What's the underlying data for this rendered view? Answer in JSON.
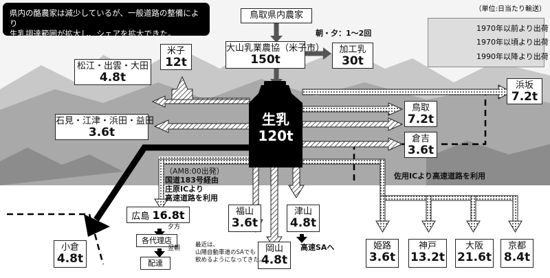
{
  "headline": {
    "line1": "県内の酪農家は減少しているが、一般道路の整備により",
    "line2": "生乳調達範囲が拡大し、シェアを拡大できた。"
  },
  "unit_note": "（単位:日当たり輸送）",
  "legend": {
    "items": [
      "1970年以前より出荷",
      "1970年以頃より出荷",
      "1990年以降より出荷"
    ]
  },
  "source": "鳥取県内農家",
  "frequency": "朝・夕：1～2回",
  "cooperative": {
    "name": "大山乳業農協（米子市）",
    "value": "150t"
  },
  "processed": {
    "name": "加工乳",
    "value": "30t"
  },
  "center": {
    "name": "生乳",
    "value": "120t"
  },
  "destinations": {
    "yonago": {
      "name": "米子",
      "value": "12t"
    },
    "matsue": {
      "name": "松江・出雲・大田",
      "value": "4.8t"
    },
    "iwami": {
      "name": "石見・江津・浜田・益田",
      "value": "3.6t"
    },
    "hamasaka": {
      "name": "浜坂",
      "value": "7.2t"
    },
    "tottori": {
      "name": "鳥取",
      "value": "7.2t"
    },
    "kurayoshi": {
      "name": "倉吉",
      "value": "3.6t"
    },
    "kokura": {
      "name": "小倉",
      "value": "4.8t"
    },
    "hiroshima": {
      "name": "広島",
      "value": "16.8t"
    },
    "fukuyama": {
      "name": "福山",
      "value": "3.6t"
    },
    "okayama": {
      "name": "岡山",
      "value": "4.8t"
    },
    "tsuyama": {
      "name": "津山",
      "value": "4.8t"
    },
    "himeji": {
      "name": "姫路",
      "value": "3.6t"
    },
    "kobe": {
      "name": "神戸",
      "value": "13.2t"
    },
    "osaka": {
      "name": "大阪",
      "value": "21.6t"
    },
    "kyoto": {
      "name": "京都",
      "value": "8.4t"
    }
  },
  "notes": {
    "hiroshima_route": [
      "（AM8:00出発）",
      "国道183号経由",
      "庄原ICより",
      "高速道路を利用"
    ],
    "sakuyo": "佐用ICより高速道路を利用",
    "evening": "夕方",
    "agency": "各代理店",
    "early": "翌朝",
    "delivery": "配達",
    "sa_note": [
      "最近は、",
      "山陽自動車道のSAでも",
      "飲めるようになってきた。"
    ],
    "highway_sa": "高速SAへ"
  }
}
